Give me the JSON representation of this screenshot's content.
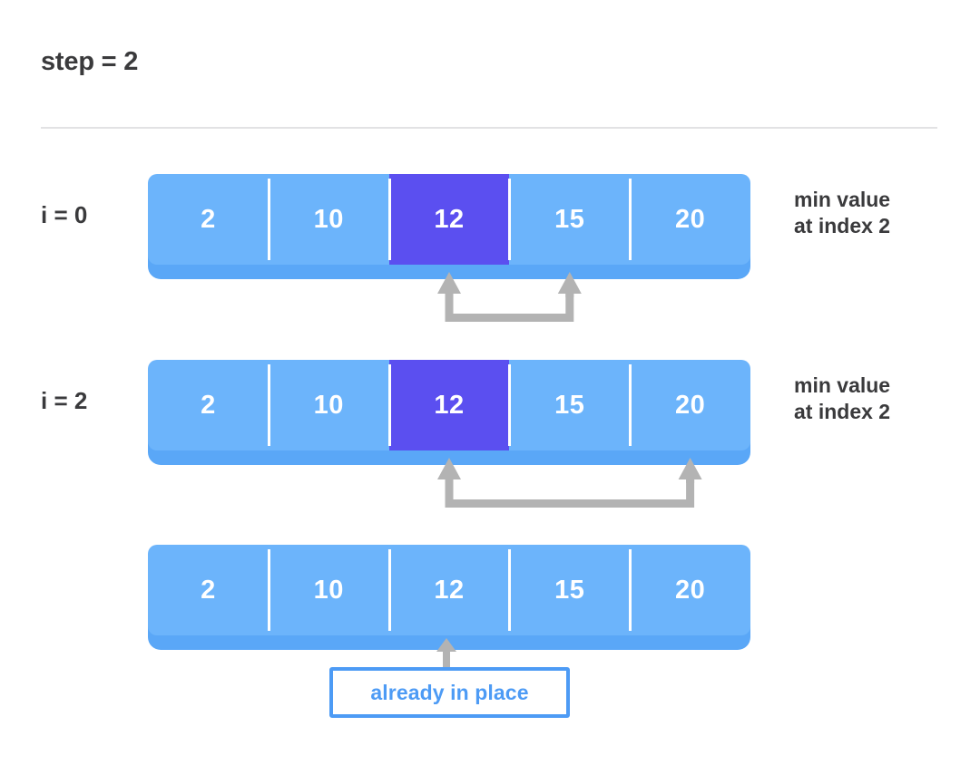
{
  "header": {
    "step_label": "step = 2"
  },
  "colors": {
    "cell_normal": "#6cb4fb",
    "cell_highlight": "#5b4ff0",
    "cell_text": "#ffffff",
    "bar_shadow": "#5aa7f7",
    "label_text": "#3a3a3c",
    "divider": "#e2e2e4",
    "connector": "#b3b3b3",
    "callout_accent": "#4d9bf5",
    "background": "#ffffff"
  },
  "rows": [
    {
      "side_label": "i = 0",
      "note_line1": "min value",
      "note_line2": "at index 2",
      "cells": [
        {
          "value": "2",
          "highlight": false
        },
        {
          "value": "10",
          "highlight": false
        },
        {
          "value": "12",
          "highlight": true
        },
        {
          "value": "15",
          "highlight": false
        },
        {
          "value": "20",
          "highlight": false
        }
      ],
      "connector": {
        "from_index": 2,
        "to_index": 3
      }
    },
    {
      "side_label": "i = 2",
      "note_line1": "min value",
      "note_line2": "at index 2",
      "cells": [
        {
          "value": "2",
          "highlight": false
        },
        {
          "value": "10",
          "highlight": false
        },
        {
          "value": "12",
          "highlight": true
        },
        {
          "value": "15",
          "highlight": false
        },
        {
          "value": "20",
          "highlight": false
        }
      ],
      "connector": {
        "from_index": 2,
        "to_index": 4
      }
    },
    {
      "side_label": "",
      "note_line1": "",
      "note_line2": "",
      "cells": [
        {
          "value": "2",
          "highlight": false
        },
        {
          "value": "10",
          "highlight": false
        },
        {
          "value": "12",
          "highlight": false
        },
        {
          "value": "15",
          "highlight": false
        },
        {
          "value": "20",
          "highlight": false
        }
      ],
      "connector": null
    }
  ],
  "callout": {
    "text": "already in place",
    "points_at_index": 2
  }
}
